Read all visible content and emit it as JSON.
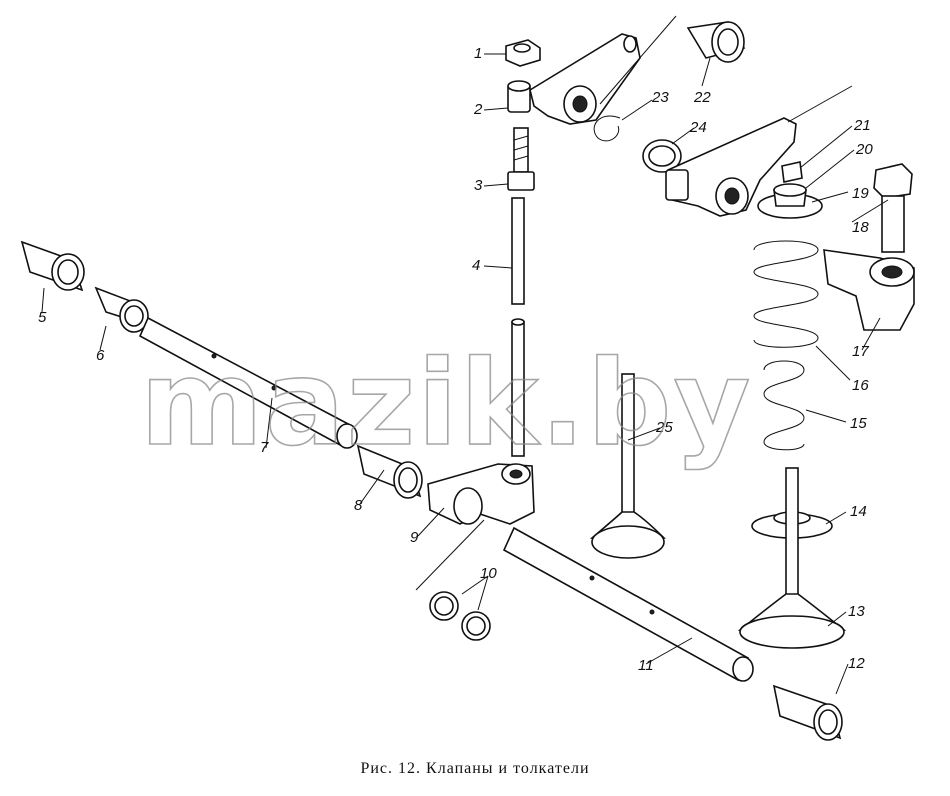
{
  "caption": "Рис. 12. Клапаны и толкатели",
  "watermark": "mazik.by",
  "callouts": [
    "1",
    "2",
    "3",
    "4",
    "5",
    "6",
    "7",
    "8",
    "9",
    "10",
    "11",
    "12",
    "13",
    "14",
    "15",
    "16",
    "17",
    "18",
    "19",
    "20",
    "21",
    "22",
    "23",
    "24",
    "25"
  ]
}
